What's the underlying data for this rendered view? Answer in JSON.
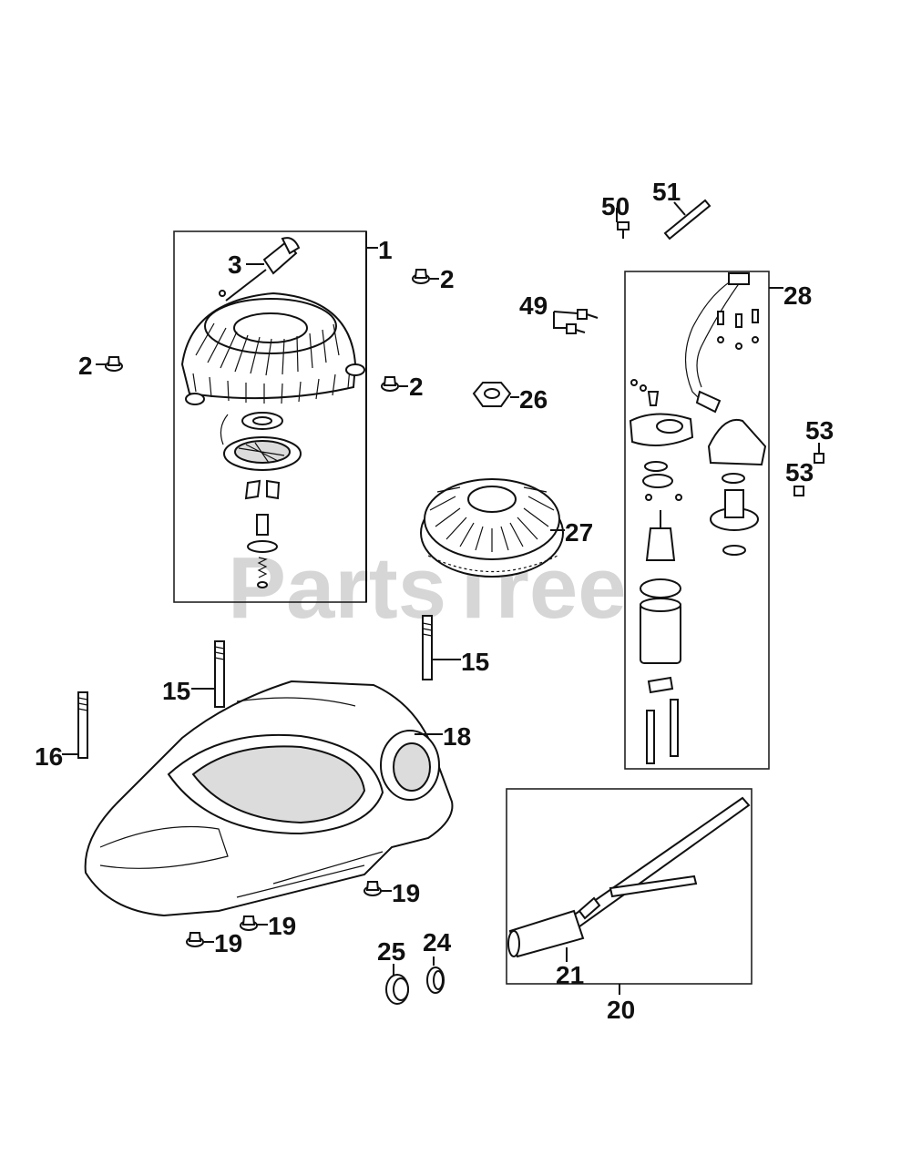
{
  "watermark": "PartsTree",
  "callouts": {
    "c1": "1",
    "c2a": "2",
    "c2b": "2",
    "c2c": "2",
    "c3": "3",
    "c15a": "15",
    "c15b": "15",
    "c16": "16",
    "c18": "18",
    "c19a": "19",
    "c19b": "19",
    "c19c": "19",
    "c20": "20",
    "c21": "21",
    "c24": "24",
    "c25": "25",
    "c26": "26",
    "c27": "27",
    "c28": "28",
    "c49": "49",
    "c50": "50",
    "c51": "51",
    "c53a": "53",
    "c53b": "53"
  }
}
